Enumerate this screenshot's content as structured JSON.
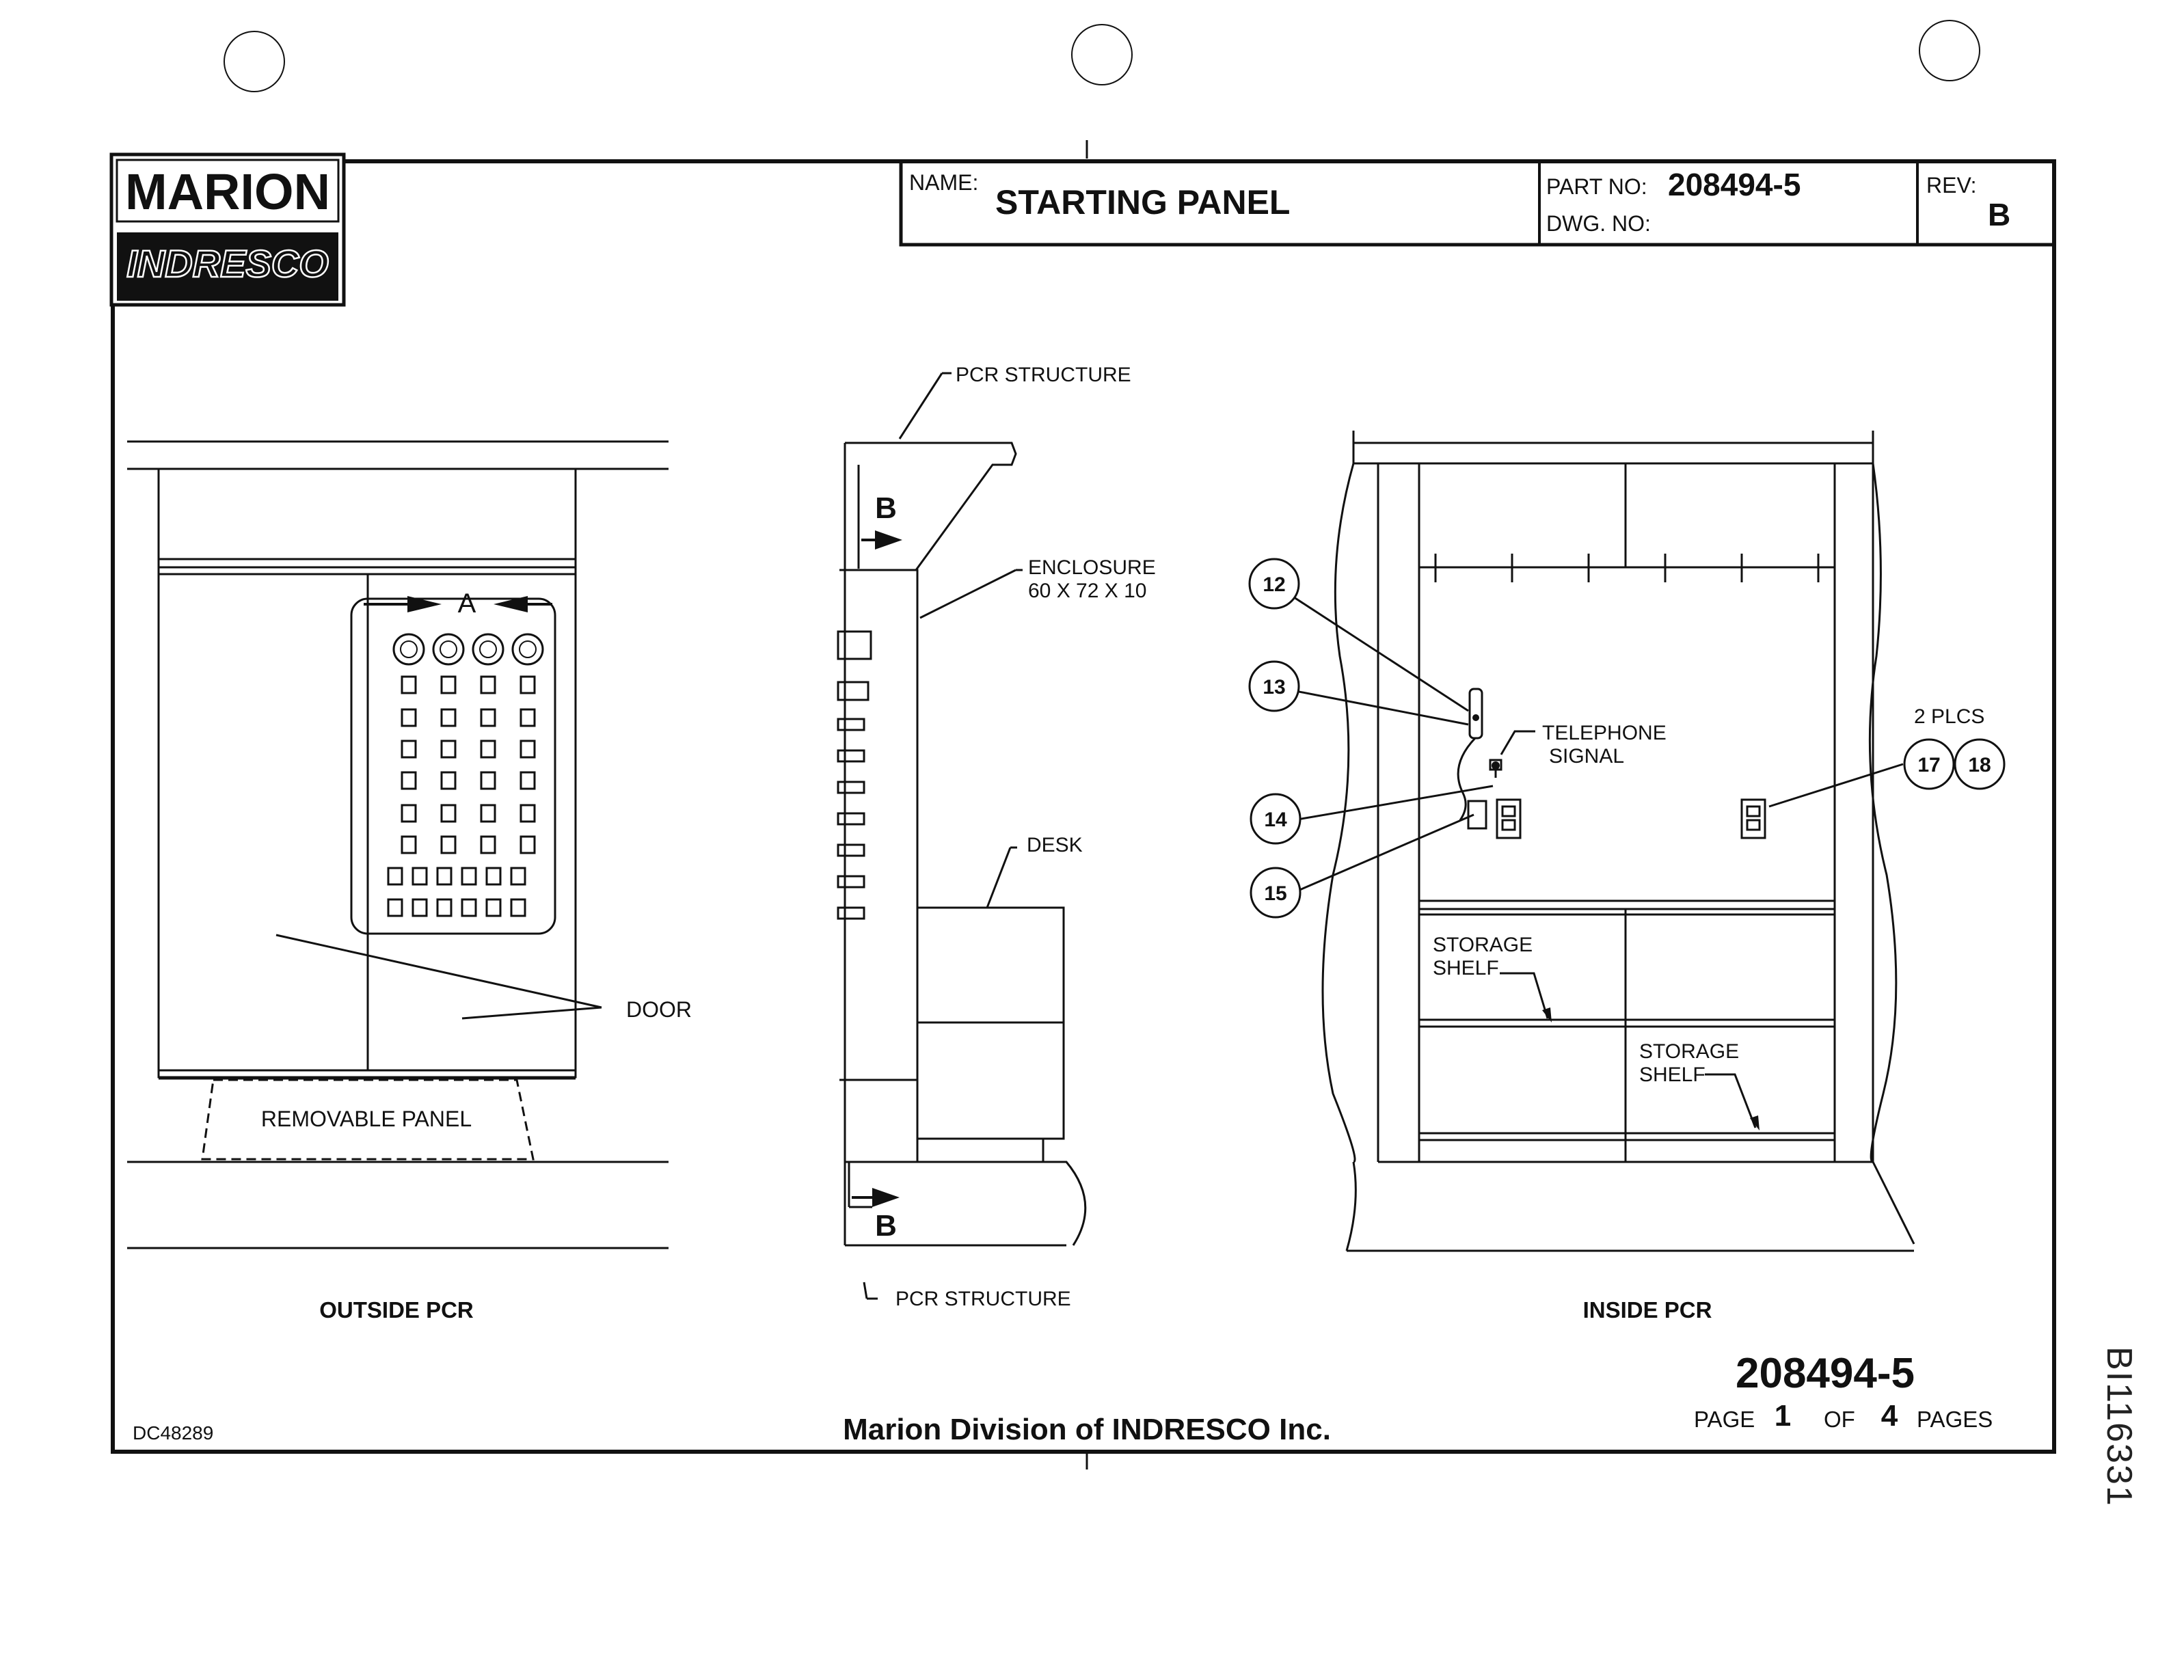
{
  "title_block": {
    "logo_top": "MARION",
    "logo_bottom": "INDRESCO",
    "name_label": "NAME:",
    "name_value": "STARTING PANEL",
    "part_no_label": "PART NO:",
    "part_no_value": "208494-5",
    "dwg_no_label": "DWG. NO:",
    "rev_label": "REV:",
    "rev_value": "B"
  },
  "outside_view": {
    "callout_a": "A",
    "door_label": "DOOR",
    "removable_panel_label": "REMOVABLE PANEL",
    "caption": "OUTSIDE PCR"
  },
  "section_view": {
    "pcr_structure_top": "PCR STRUCTURE",
    "section_b_top": "B",
    "enclosure_line1": "ENCLOSURE",
    "enclosure_line2": "60 X 72 X 10",
    "desk_label": "DESK",
    "section_b_bottom": "B",
    "pcr_structure_bottom": "PCR STRUCTURE"
  },
  "inside_view": {
    "balloons": [
      "12",
      "13",
      "14",
      "15",
      "17",
      "18"
    ],
    "telephone_line1": "TELEPHONE",
    "telephone_line2": "SIGNAL",
    "plcs_label": "2 PLCS",
    "storage_shelf_1_line1": "STORAGE",
    "storage_shelf_1_line2": "SHELF",
    "storage_shelf_2_line1": "STORAGE",
    "storage_shelf_2_line2": "SHELF",
    "caption": "INSIDE PCR"
  },
  "footer": {
    "doc_code": "DC48289",
    "company": "Marion Division of INDRESCO Inc.",
    "part_number_large": "208494-5",
    "page_word": "PAGE",
    "page_current": "1",
    "of_word": "OF",
    "page_total": "4",
    "pages_word": "PAGES",
    "side_stamp": "BI116331"
  }
}
